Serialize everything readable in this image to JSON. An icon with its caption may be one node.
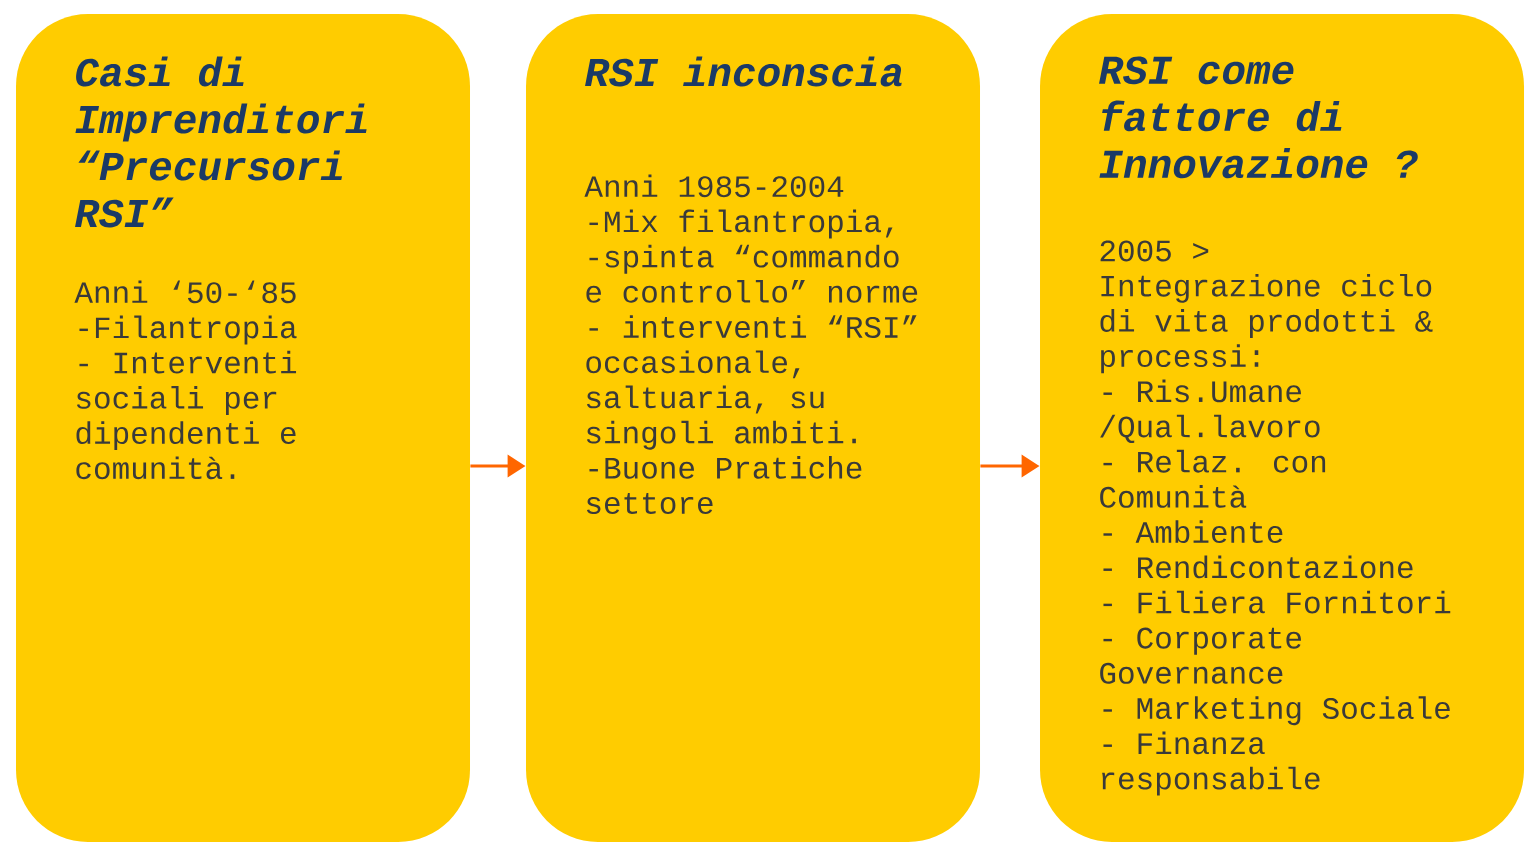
{
  "diagram": {
    "nodes": [
      {
        "text": [
          "Casi di Imprenditori “Precursori RSI”",
          "Anni ‘50-‘85",
          "-Filantropia",
          "- Interventi sociali per dipendenti e comunità."
        ]
      },
      {
        "text": [
          "RSI inconscia",
          "Anni 1985-2004",
          "-Mix filantropia,",
          "-spinta “commando e controllo” norme",
          "- interventi “RSI” occasionale, saltuaria, su singoli ambiti.",
          "-Buone Pratiche settore"
        ]
      },
      {
        "text": [
          "RSI come fattore di Innovazione ?",
          "2005 >",
          "Integrazione ciclo di vita prodotti & processi:",
          "- Ris.Umane /Qual.lavoro",
          "- Relaz. con Comunità",
          "- Ambiente",
          "- Rendicontazione",
          "- Filiera Fornitori",
          "- Corporate Governance",
          "- Marketing Sociale",
          "- Finanza responsabile"
        ]
      }
    ],
    "edges": [
      {
        "from": 0,
        "to": 1,
        "arrow": "to"
      },
      {
        "from": 1,
        "to": 2,
        "arrow": "to"
      }
    ]
  }
}
